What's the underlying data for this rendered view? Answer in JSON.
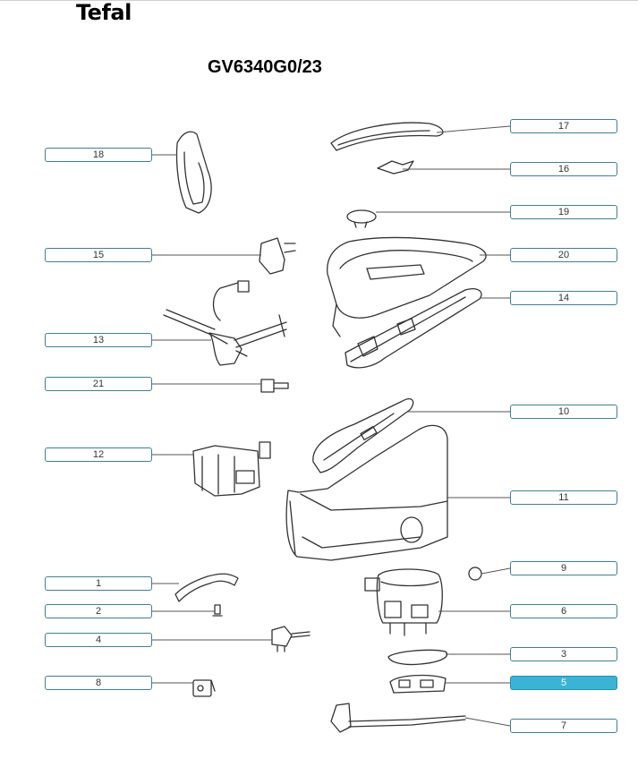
{
  "brand": "Tefal",
  "model": "GV6340G0/23",
  "callouts": {
    "c1": "1",
    "c2": "2",
    "c3": "3",
    "c4": "4",
    "c5": "5",
    "c6": "6",
    "c7": "7",
    "c8": "8",
    "c9": "9",
    "c10": "10",
    "c11": "11",
    "c12": "12",
    "c13": "13",
    "c14": "14",
    "c15": "15",
    "c16": "16",
    "c17": "17",
    "c18": "18",
    "c19": "19",
    "c20": "20",
    "c21": "21"
  },
  "colors": {
    "highlight": "#3ab3d6",
    "callout_border": "#3f7f94",
    "line": "#555555"
  }
}
